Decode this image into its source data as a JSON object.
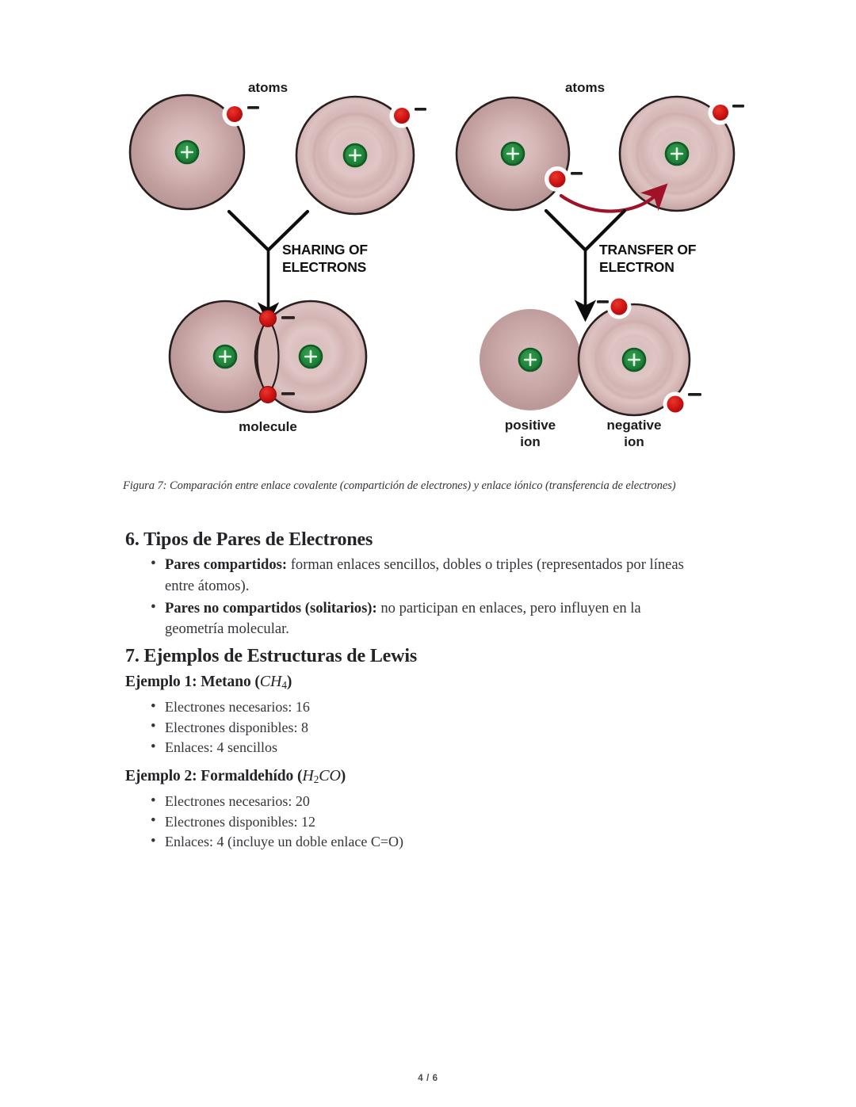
{
  "document": {
    "page_label": "4 / 6",
    "figure": {
      "caption": "Figura 7: Comparación entre enlace covalente (compartición de electrones) y enlace iónico (transferencia de electrones)",
      "alt": "Diagrama comparativo de enlace covalente e iónico",
      "labels": {
        "atoms_left": "atoms",
        "atoms_right": "atoms",
        "sharing_line1": "SHARING OF",
        "sharing_line2": "ELECTRONS",
        "transfer_line1": "TRANSFER OF",
        "transfer_line2": "ELECTRON",
        "molecule": "molecule",
        "positive_ion_line1": "positive",
        "positive_ion_line2": "ion",
        "negative_ion_line1": "negative",
        "negative_ion_line2": "ion"
      },
      "colors": {
        "atom_fill_outer": "#c0a0a0",
        "atom_fill_inner": "#d8bcbc",
        "atom_outline": "#2a1f1f",
        "nucleus_fill": "#1f8a3c",
        "nucleus_outline": "#0d5a22",
        "electron_fill": "#cc1111",
        "electron_halo": "#ffffff",
        "transfer_arrow": "#a01228",
        "process_arrow": "#0d0d0d"
      }
    },
    "sections": [
      {
        "id": "section6",
        "heading": "6. Tipos de Pares de Electrones",
        "bullets": [
          {
            "lead": "Pares compartidos:",
            "text": " forman enlaces sencillos, dobles o triples (representados por líneas entre átomos)."
          },
          {
            "lead": "Pares no compartidos (solitarios):",
            "text": " no participan en enlaces, pero influyen en la geometría molecular."
          }
        ]
      },
      {
        "id": "section7",
        "heading": "7. Ejemplos de Estructuras de Lewis",
        "examples": [
          {
            "label": "Ejemplo 1: Metano (",
            "formula_element": "CH",
            "formula_sub": "4",
            "label_close": ")",
            "bullets": [
              "Electrones necesarios: 16",
              "Electrones disponibles: 8",
              "Enlaces: 4 sencillos"
            ]
          },
          {
            "label": "Ejemplo 2: Formaldehído (",
            "formula_element": "H",
            "formula_sub": "2",
            "formula_element2": "CO",
            "label_close": ")",
            "bullets": [
              "Electrones necesarios: 20",
              "Electrones disponibles: 12",
              "Enlaces: 4 (incluye un doble enlace C=O)"
            ]
          }
        ]
      }
    ]
  }
}
